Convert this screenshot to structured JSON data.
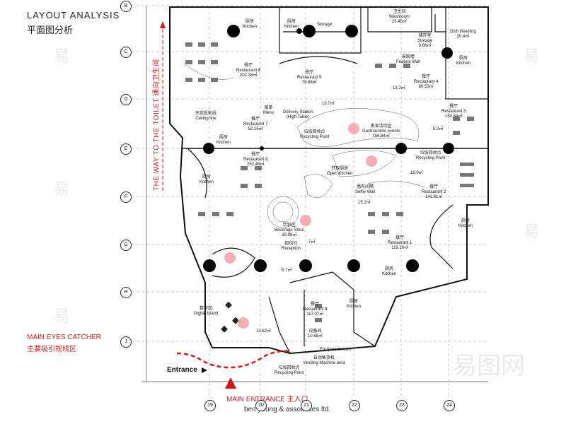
{
  "title": {
    "en": "LAYOUT ANALYSIS",
    "cn": "平面图分析"
  },
  "toilet_way": "THE WAY TO THE TOILET 通向卫生间",
  "main_eyes_catcher": {
    "en": "MAIN EYES CATCHER",
    "cn": "主要吸引视线区"
  },
  "entrance": "Entrance",
  "main_entrance": "MAIN ENTRANCE 主入口",
  "credit": "ben yeung & associates ltd.",
  "row_axes": [
    "B",
    "C",
    "D",
    "E",
    "F",
    "G",
    "H",
    "J"
  ],
  "col_axes": [
    "19",
    "20",
    "21",
    "22",
    "23",
    "24"
  ],
  "rooms": [
    {
      "cn": "厨房",
      "en": "Kitchen",
      "area": ""
    },
    {
      "cn": "厨房",
      "en": "Kitchen",
      "area": ""
    },
    {
      "cn": "",
      "en": "Storage",
      "area": ""
    },
    {
      "cn": "卫生间",
      "en": "Washroom",
      "area": "25.48㎡"
    },
    {
      "cn": "储存室",
      "en": "Storage",
      "area": "9.68㎡"
    },
    {
      "cn": "",
      "en": "Dish Washing",
      "area": "20.4㎡"
    },
    {
      "cn": "餐厅",
      "en": "Restaurant 6",
      "area": "202.38㎡"
    },
    {
      "cn": "餐厅",
      "en": "Restaurant 5",
      "area": "79.68㎡"
    },
    {
      "cn": "景观墙",
      "en": "Feature Wall",
      "area": ""
    },
    {
      "cn": "餐厅",
      "en": "Restaurant 4",
      "area": "80.53㎡"
    },
    {
      "cn": "厨房",
      "en": "Kitchen",
      "area": ""
    },
    {
      "cn": "",
      "en": "",
      "area": "13.7㎡"
    },
    {
      "cn": "",
      "en": "",
      "area": "13.7㎡"
    },
    {
      "cn": "菜单",
      "en": "Menu",
      "area": ""
    },
    {
      "cn": "",
      "en": "Delivery Station",
      "area": "(High Table)"
    },
    {
      "cn": "天花投影线",
      "en": "Ceiling line",
      "area": ""
    },
    {
      "cn": "餐厅",
      "en": "Restaurant 7",
      "area": "52.15㎡"
    },
    {
      "cn": "美食活动区",
      "en": "Gastronomic events",
      "area": "156.84㎡"
    },
    {
      "cn": "垃圾回收点",
      "en": "Recycling Point",
      "area": ""
    },
    {
      "cn": "餐厅",
      "en": "Restaurant 3",
      "area": "150.34㎡"
    },
    {
      "cn": "",
      "en": "",
      "area": "5.2㎡"
    },
    {
      "cn": "厨房",
      "en": "Kitchen",
      "area": ""
    },
    {
      "cn": "餐厅",
      "en": "Restaurant 8",
      "area": "252.46㎡"
    },
    {
      "cn": "开放厨房",
      "en": "Open Kitchen",
      "area": ""
    },
    {
      "cn": "垃圾回收点",
      "en": "Recycling Point",
      "area": ""
    },
    {
      "cn": "",
      "en": "",
      "area": "16.9㎡"
    },
    {
      "cn": "厨房",
      "en": "Kitchen",
      "area": ""
    },
    {
      "cn": "墙有间隔",
      "en": "Selfie Wall",
      "area": ""
    },
    {
      "cn": "餐厅",
      "en": "Restaurant 2",
      "area": "141.81㎡"
    },
    {
      "cn": "",
      "en": "",
      "area": "15.2㎡"
    },
    {
      "cn": "饮料区",
      "en": "Beverage Store",
      "area": "39.98㎡"
    },
    {
      "cn": "厨房",
      "en": "Kitchen",
      "area": ""
    },
    {
      "cn": "餐厅",
      "en": "Restaurant 1",
      "area": "119.16㎡"
    },
    {
      "cn": "招待台",
      "en": "Reception",
      "area": ""
    },
    {
      "cn": "",
      "en": "",
      "area": "7㎡"
    },
    {
      "cn": "",
      "en": "",
      "area": "6.7㎡"
    },
    {
      "cn": "厨房",
      "en": "Kitchen",
      "area": ""
    },
    {
      "cn": "餐厅",
      "en": "Restaurant 9",
      "area": "117.07㎡"
    },
    {
      "cn": "厨房",
      "en": "Kitchen",
      "area": ""
    },
    {
      "cn": "数字区",
      "en": "Digital Island",
      "area": ""
    },
    {
      "cn": "",
      "en": "",
      "area": "12.62㎡"
    },
    {
      "cn": "设备间",
      "en": "",
      "area": "10.68㎡"
    },
    {
      "cn": "",
      "en": "Equipment room",
      "area": ""
    },
    {
      "cn": "自动售货机",
      "en": "Vending Machine area",
      "area": ""
    },
    {
      "cn": "垃圾回收点",
      "en": "Recycling Point",
      "area": ""
    }
  ],
  "colors": {
    "red": "#d01a1a",
    "pink": "#f4a0a8",
    "line": "#222222"
  }
}
